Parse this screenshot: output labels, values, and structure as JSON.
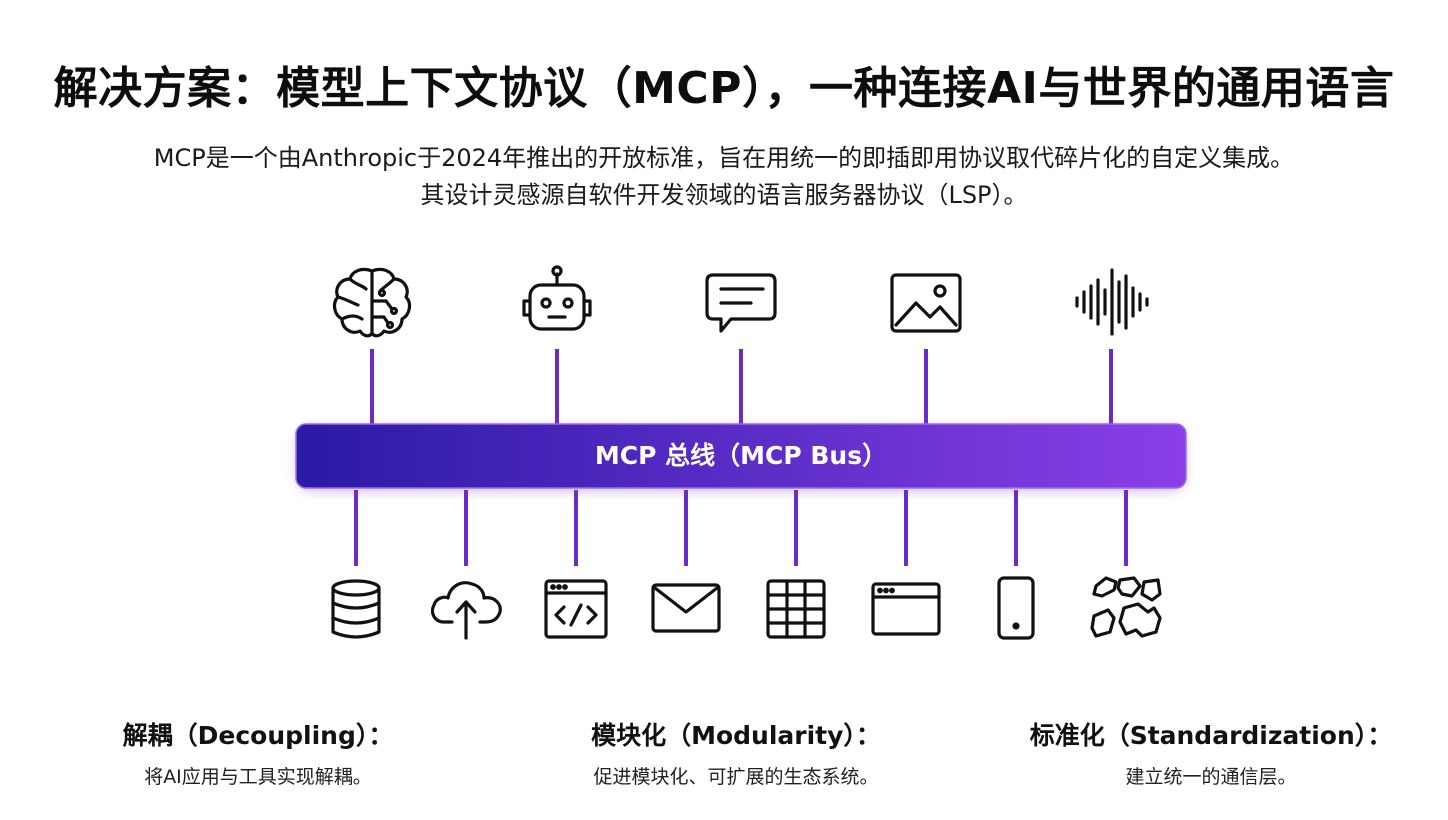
{
  "title": "解决方案：模型上下文协议（MCP），一种连接AI与世界的通用语言",
  "subtitle": {
    "line1": "MCP是一个由Anthropic于2024年推出的开放标准，旨在用统一的即插即用协议取代碎片化的自定义集成。",
    "line2": "其设计灵感源自软件开发领域的语言服务器协议（LSP）。"
  },
  "bus": {
    "label": "MCP 总线（MCP Bus）",
    "gradient_start": "#2a1aa6",
    "gradient_end": "#8a3fe6",
    "connector_color": "#6a2bc6"
  },
  "top_icons": [
    "brain-icon",
    "robot-icon",
    "chat-bubble-icon",
    "image-icon",
    "audio-wave-icon"
  ],
  "bottom_icons": [
    "database-icon",
    "cloud-upload-icon",
    "code-window-icon",
    "mail-icon",
    "spreadsheet-icon",
    "browser-window-icon",
    "mobile-phone-icon",
    "puzzle-pieces-icon"
  ],
  "features": [
    {
      "title": "解耦（Decoupling）：",
      "desc": "将AI应用与工具实现解耦。"
    },
    {
      "title": "模块化（Modularity）：",
      "desc": "促进模块化、可扩展的生态系统。"
    },
    {
      "title": "标准化（Standardization）：",
      "desc": "建立统一的通信层。"
    }
  ]
}
